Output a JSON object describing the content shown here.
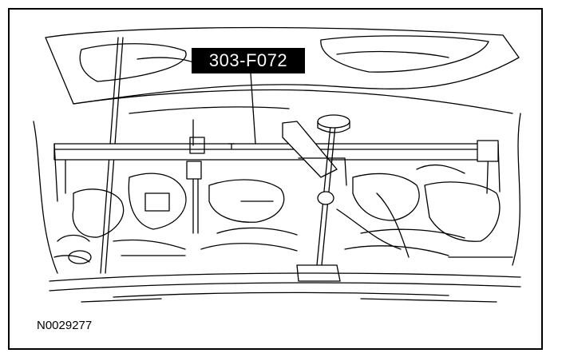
{
  "callout_label": "303-F072",
  "figure_reference": "N0029277",
  "colors": {
    "ink": "#000000",
    "paper": "#ffffff"
  },
  "icon": "engine-support-bar-illustration"
}
